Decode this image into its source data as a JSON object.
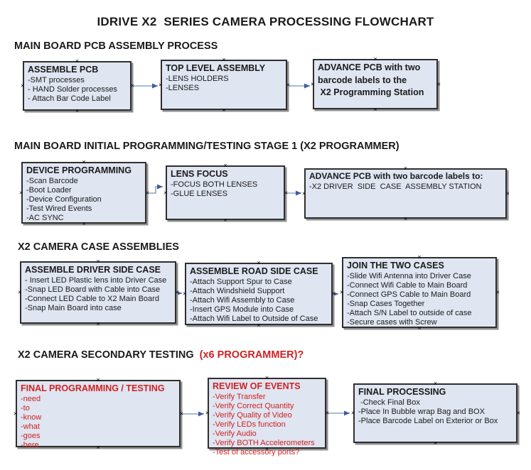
{
  "title": "IDRIVE X2  SERIES CAMERA PROCESSING FLOWCHART",
  "colors": {
    "box_fill": "#dfe5f1",
    "box_border": "#2f2f2f",
    "shadow": "#8f8f8f",
    "arrow_line": "#8ca3c4",
    "arrow_head": "#3d5e9e",
    "red_text": "#cf2222",
    "black_text": "#1a1a1a"
  },
  "sections": [
    {
      "header": "MAIN BOARD PCB ASSEMBLY PROCESS",
      "boxes": [
        {
          "heading": "ASSEMBLE PCB",
          "items": [
            "-SMT processes",
            "- HAND Solder processes",
            "- Attach Bar Code Label"
          ]
        },
        {
          "heading": "TOP LEVEL ASSEMBLY",
          "items": [
            "-LENS HOLDERS",
            "-LENSES"
          ]
        },
        {
          "heading": "ADVANCE PCB with two\nbarcode labels to the\n X2 Programming Station",
          "items": []
        }
      ]
    },
    {
      "header": "MAIN BOARD INITIAL PROGRAMMING/TESTING STAGE 1 (X2 PROGRAMMER)",
      "boxes": [
        {
          "heading": "DEVICE PROGRAMMING",
          "items": [
            "-Scan Barcode",
            "-Boot Loader",
            "-Device Configuration",
            "-Test Wired Events",
            "-AC SYNC"
          ]
        },
        {
          "heading": "LENS FOCUS",
          "items": [
            "-FOCUS BOTH LENSES",
            "-GLUE LENSES"
          ]
        },
        {
          "heading": "ADVANCE PCB with two barcode labels to:",
          "items": [
            "-X2 DRIVER  SIDE  CASE  ASSEMBLY STATION"
          ]
        }
      ]
    },
    {
      "header": "X2 CAMERA CASE ASSEMBLIES",
      "boxes": [
        {
          "heading": "ASSEMBLE DRIVER SIDE CASE",
          "items": [
            "- Insert LED Plastic lens into Driver Case",
            "-Snap LED Board with Cable into Case",
            "-Connect LED Cable to X2 Main Board",
            "-Snap Main Board into case"
          ]
        },
        {
          "heading": "ASSEMBLE ROAD SIDE CASE",
          "items": [
            "-Attach Support Spur to Case",
            "-Attach Windshield Support",
            "-Attach Wifi Assembly to Case",
            "-Insert GPS Module into Case",
            "-Attach Wifi Label to Outside of Case"
          ]
        },
        {
          "heading": "JOIN THE TWO CASES",
          "items": [
            "-Slide Wifi Antenna into Driver Case",
            "-Connect Wifi Cable to Main Board",
            "-Connect GPS Cable to Main Board",
            "-Snap Cases Together",
            "-Attach S/N Label to outside of case",
            "-Secure cases with Screw"
          ]
        }
      ]
    },
    {
      "header": "X2 CAMERA SECONDARY TESTING ",
      "header_red": " (x6 PROGRAMMER)?",
      "boxes": [
        {
          "heading": "FINAL PROGRAMMING / TESTING",
          "items": [
            "-need",
            "-to",
            "-know",
            "-what",
            "-goes",
            "-here"
          ]
        },
        {
          "heading": "REVIEW OF EVENTS",
          "items": [
            "-Verify Transfer",
            "-Verify Correct Quantity",
            "-Verify Quality of Video",
            "-Verify LEDs function",
            "-Verify Audio",
            "-Verify BOTH Accelerometers",
            "-Test of accessory ports?"
          ]
        },
        {
          "heading": "FINAL PROCESSING",
          "items": [
            " -Check Final Box",
            "-Place In Bubble wrap Bag and BOX",
            "-Place Barcode Label on Exterior or Box"
          ]
        }
      ]
    }
  ]
}
